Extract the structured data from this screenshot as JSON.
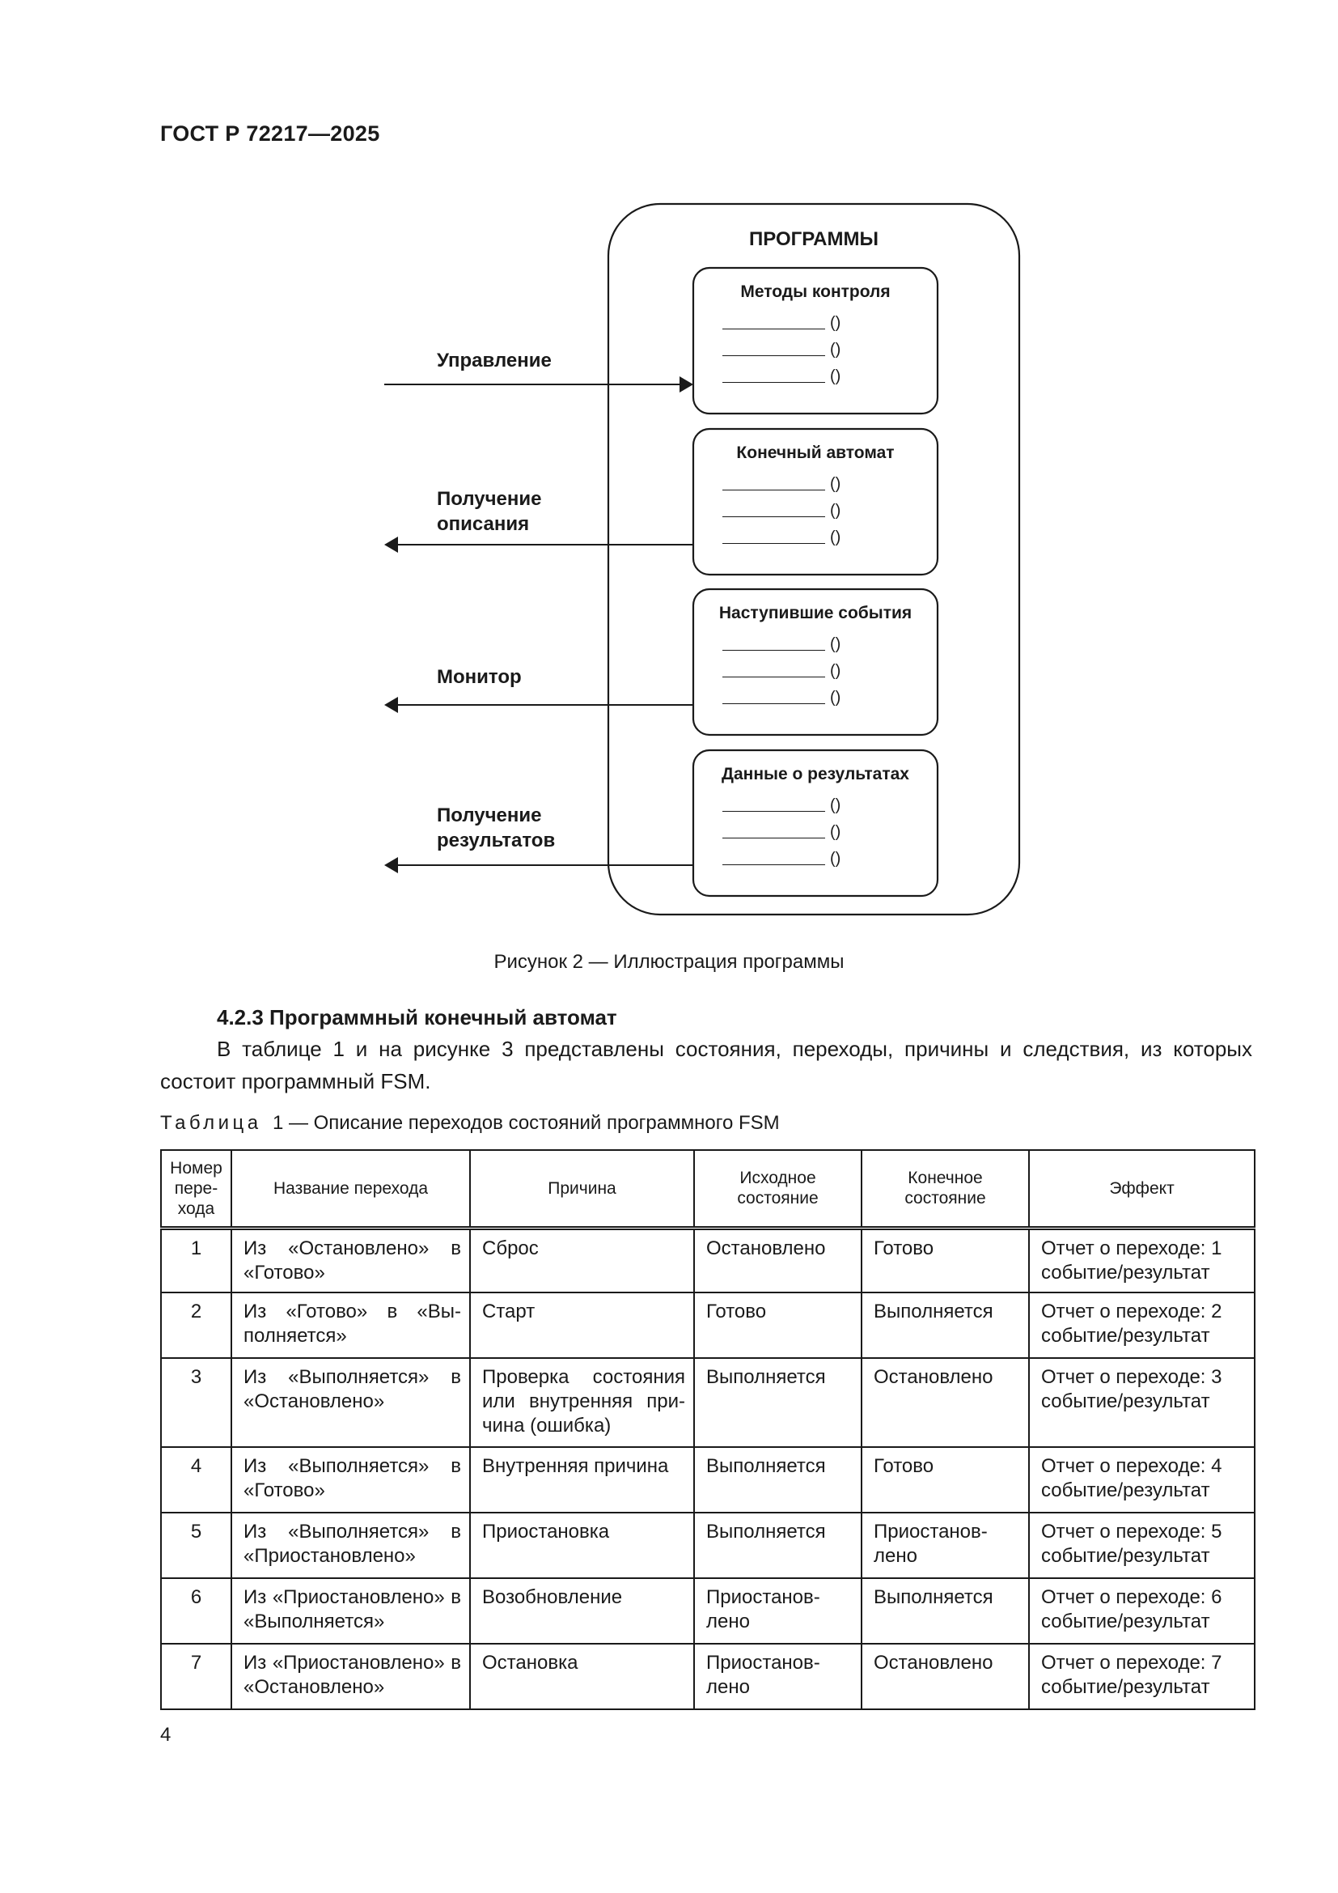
{
  "header": {
    "doc_code": "ГОСТ Р 72217—2025"
  },
  "figure": {
    "container_title": "ПРОГРАММЫ",
    "boxes": [
      {
        "title": "Методы контроля",
        "items": [
          "()",
          "()",
          "()"
        ]
      },
      {
        "title": "Конечный автомат",
        "items": [
          "()",
          "()",
          "()"
        ]
      },
      {
        "title": "Наступившие события",
        "items": [
          "()",
          "()",
          "()"
        ]
      },
      {
        "title": "Данные о результатах",
        "items": [
          "()",
          "()",
          "()"
        ]
      }
    ],
    "ports": [
      {
        "lines": [
          "Управление"
        ],
        "direction": "in"
      },
      {
        "lines": [
          "Получение",
          "описания"
        ],
        "direction": "out"
      },
      {
        "lines": [
          "Монитор"
        ],
        "direction": "out"
      },
      {
        "lines": [
          "Получение",
          "результатов"
        ],
        "direction": "out"
      }
    ],
    "caption": "Рисунок 2 — Иллюстрация программы"
  },
  "section": {
    "heading": "4.2.3 Программный конечный автомат",
    "paragraph": "В таблице 1 и на рисунке 3 представлены состояния, переходы, причины и следствия, из которых состоит программный FSM."
  },
  "table": {
    "caption_word": "Таблица",
    "caption_rest": "1 — Описание переходов состояний программного FSM",
    "headers": {
      "number": [
        "Номер",
        "пере-",
        "хода"
      ],
      "name": "Название перехода",
      "reason": "Причина",
      "initial": "Исходное состояние",
      "final": "Конечное состояние",
      "effect": "Эффект"
    },
    "rows": [
      {
        "num": "1",
        "name": "Из «Остановлено» в «Готово»",
        "reason": "Сброс",
        "initial": "Остановлено",
        "final": "Готово",
        "effect": "Отчет о переходе: 1 событие/результат"
      },
      {
        "num": "2",
        "name": "Из «Готово» в «Вы-полняется»",
        "reason": "Старт",
        "initial": "Готово",
        "final": "Выполняется",
        "effect": "Отчет о переходе: 2 событие/результат"
      },
      {
        "num": "3",
        "name": "Из «Выполняется» в «Остановлено»",
        "reason": "Проверка состояния или внутренняя при-чина (ошибка)",
        "initial": "Выполняется",
        "final": "Остановлено",
        "effect": "Отчет о переходе: 3 событие/результат"
      },
      {
        "num": "4",
        "name": "Из «Выполняется» в «Готово»",
        "reason": "Внутренняя причина",
        "initial": "Выполняется",
        "final": "Готово",
        "effect": "Отчет о переходе: 4 событие/результат"
      },
      {
        "num": "5",
        "name": "Из «Выполняется» в «Приостановлено»",
        "reason": "Приостановка",
        "initial": "Выполняется",
        "final": "Приостанов-лено",
        "effect": "Отчет о переходе: 5 событие/результат"
      },
      {
        "num": "6",
        "name": "Из «Приостановлено» в «Выполняется»",
        "reason": "Возобновление",
        "initial": "Приостанов-лено",
        "final": "Выполняется",
        "effect": "Отчет о переходе: 6 событие/результат"
      },
      {
        "num": "7",
        "name": "Из «Приостановлено» в «Остановлено»",
        "reason": "Остановка",
        "initial": "Приостанов-лено",
        "final": "Остановлено",
        "effect": "Отчет о переходе: 7 событие/результат"
      }
    ]
  },
  "footer": {
    "page_number": "4"
  }
}
